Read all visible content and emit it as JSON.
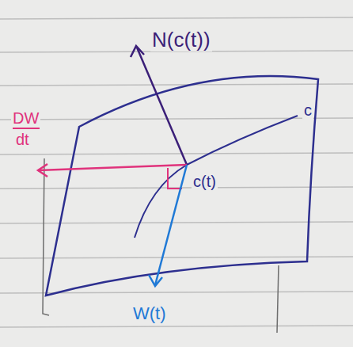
{
  "diagram": {
    "labels": [
      "N(c(t))",
      "DW",
      "dt",
      "c(t)",
      "c",
      "W(t)"
    ]
  }
}
